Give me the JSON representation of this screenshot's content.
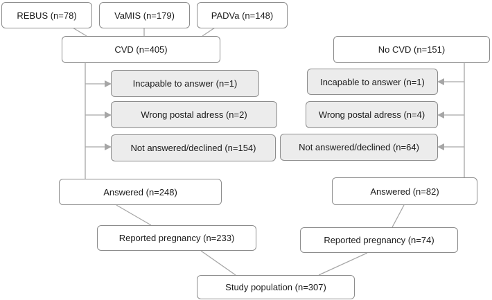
{
  "sources": {
    "rebus": "REBUS (n=78)",
    "vamis": "VaMIS (n=179)",
    "padva": "PADVa (n=148)"
  },
  "cvd": {
    "title": "CVD (n=405)",
    "excluded": [
      "Incapable to answer (n=1)",
      "Wrong postal adress (n=2)",
      "Not answered/declined (n=154)"
    ],
    "answered": "Answered (n=248)",
    "pregnancy": "Reported pregnancy (n=233)"
  },
  "no_cvd": {
    "title": "No CVD (n=151)",
    "excluded": [
      "Incapable to answer (n=1)",
      "Wrong postal adress (n=4)",
      "Not answered/declined (n=64)"
    ],
    "answered": "Answered (n=82)",
    "pregnancy": "Reported pregnancy (n=74)"
  },
  "study_population": "Study population (n=307)",
  "colors": {
    "line": "#a6a6a6",
    "box_border": "#8c8c8c",
    "excluded_fill": "#ececec"
  }
}
